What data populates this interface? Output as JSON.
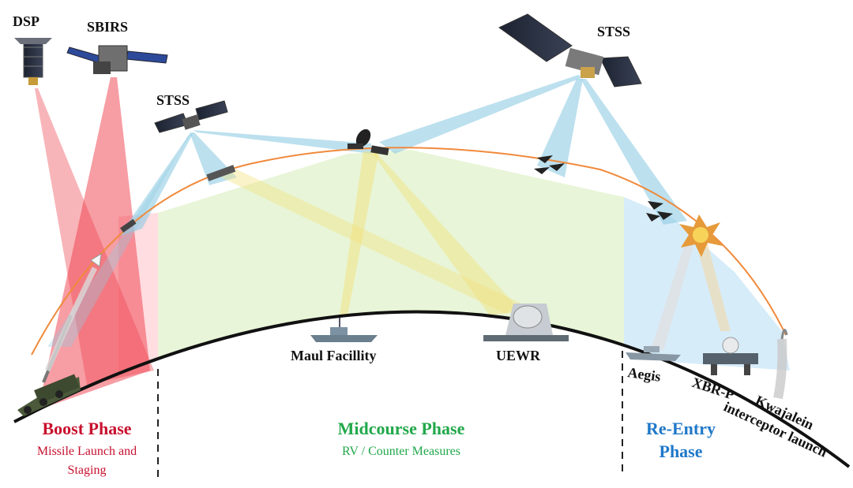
{
  "satellites": {
    "dsp": "DSP",
    "sbirs": "SBIRS",
    "stss_left": "STSS",
    "stss_right": "STSS"
  },
  "sites": {
    "maui": "Maul Facillity",
    "uewr": "UEWR",
    "aegis": "Aegis",
    "xbr": "XBR-P",
    "kwaj_line1": "Kwajalein",
    "kwaj_line2": "interceptor launch"
  },
  "phases": {
    "boost": {
      "title": "Boost Phase",
      "line1": "Missile Launch and",
      "line2": "Staging",
      "color": "#c8102e"
    },
    "midcourse": {
      "title": "Midcourse Phase",
      "line1": "RV / Counter Measures",
      "color": "#21a84a"
    },
    "reentry": {
      "title_line1": "Re-Entry",
      "title_line2": "Phase",
      "color": "#1f78c8"
    }
  }
}
